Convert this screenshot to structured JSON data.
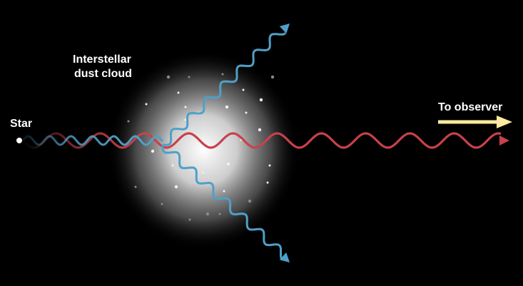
{
  "labels": {
    "star": "Star",
    "cloud_line1": "Interstellar",
    "cloud_line2": "dust cloud",
    "observer": "To observer"
  },
  "colors": {
    "background": "#000000",
    "red_light": "#c8414b",
    "blue_light": "#4fa0c8",
    "observer_arrow": "#fde9a0",
    "star": "#ffffff",
    "dust_cloud": "#e8e8e8"
  },
  "icons": {
    "star": "star-dot-icon",
    "observer_arrow": "arrow-right-icon"
  }
}
